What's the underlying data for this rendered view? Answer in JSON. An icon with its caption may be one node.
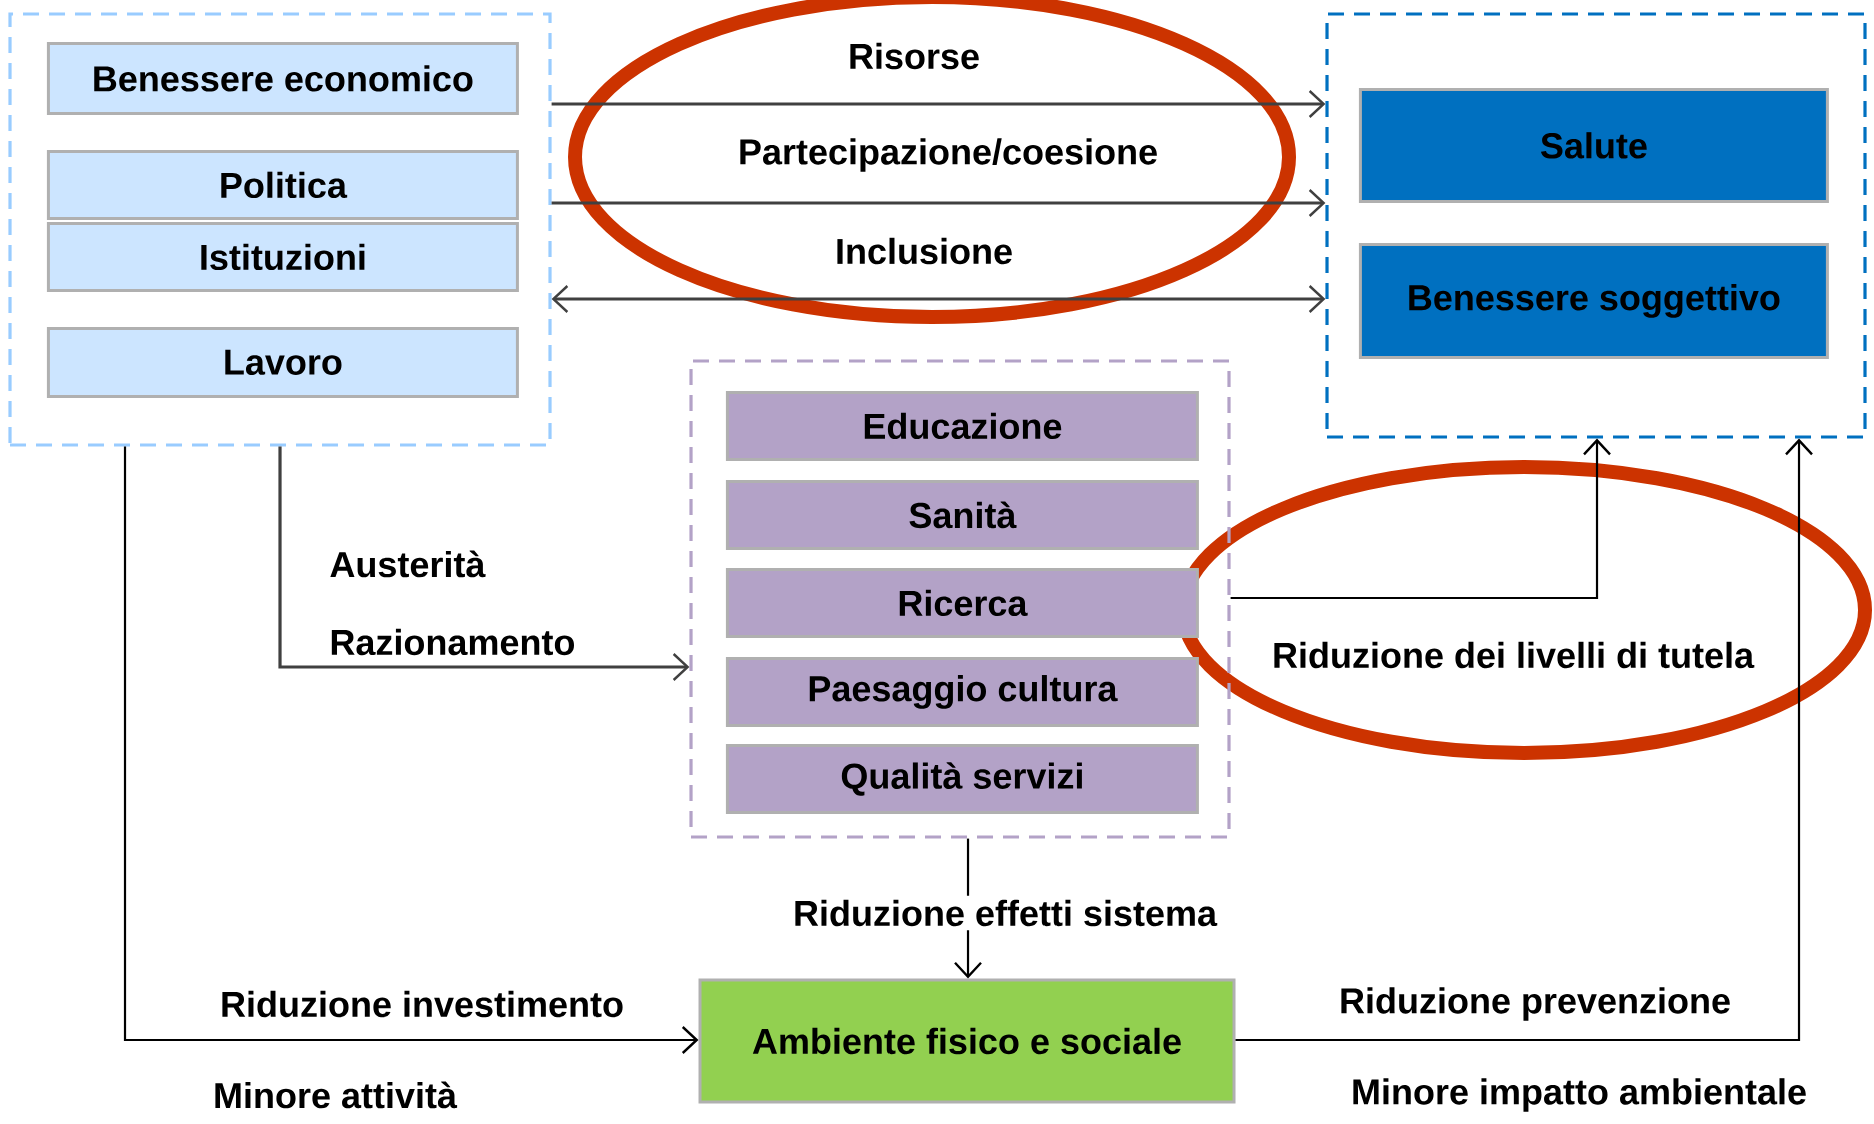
{
  "diagram": {
    "nodes": [
      {
        "text": [],
        "shape": "box"
      },
      {
        "text": [
          "Benessere economico"
        ],
        "in": 0
      },
      {
        "text": [
          "Politica"
        ],
        "in": 0
      },
      {
        "text": [
          "Istituzioni"
        ],
        "in": 0
      },
      {
        "text": [
          "Lavoro"
        ],
        "in": 0
      },
      {
        "text": [],
        "shape": "box"
      },
      {
        "text": [
          "Salute"
        ],
        "in": 5
      },
      {
        "text": [
          "Benessere soggettivo"
        ],
        "in": 5
      },
      {
        "text": [],
        "shape": "box"
      },
      {
        "text": [
          "Educazione"
        ],
        "in": 8
      },
      {
        "text": [
          "Sanità"
        ],
        "in": 8
      },
      {
        "text": [
          "Ricerca"
        ],
        "in": 8
      },
      {
        "text": [
          "Paesaggio cultura"
        ],
        "in": 8
      },
      {
        "text": [
          "Qualità servizi"
        ],
        "in": 8
      },
      {
        "text": [
          "Ambiente fisico e sociale"
        ]
      }
    ],
    "edges": [
      {
        "from": 0,
        "to": 5,
        "arrow": "to",
        "label": "Risorse"
      },
      {
        "from": 0,
        "to": 5,
        "arrow": "to",
        "label": "Partecipazione/coesione"
      },
      {
        "from": 0,
        "to": 5,
        "arrow": "both",
        "label": "Inclusione"
      },
      {
        "from": 0,
        "to": 8,
        "arrow": "to",
        "label": "Austerità"
      },
      {
        "from": 0,
        "to": 14,
        "arrow": "to",
        "label": "Riduzione investimento"
      },
      {
        "from": 8,
        "to": 14,
        "arrow": "to",
        "label": "Riduzione effetti sistema"
      },
      {
        "from": 8,
        "to": 5,
        "arrow": "to",
        "label": "Riduzione dei livelli di tutela"
      },
      {
        "from": 14,
        "to": 5,
        "arrow": "to",
        "label": "Riduzione prevenzione"
      }
    ],
    "labels": [
      "Razionamento",
      "Minore attività",
      "Minore impatto ambientale"
    ]
  }
}
